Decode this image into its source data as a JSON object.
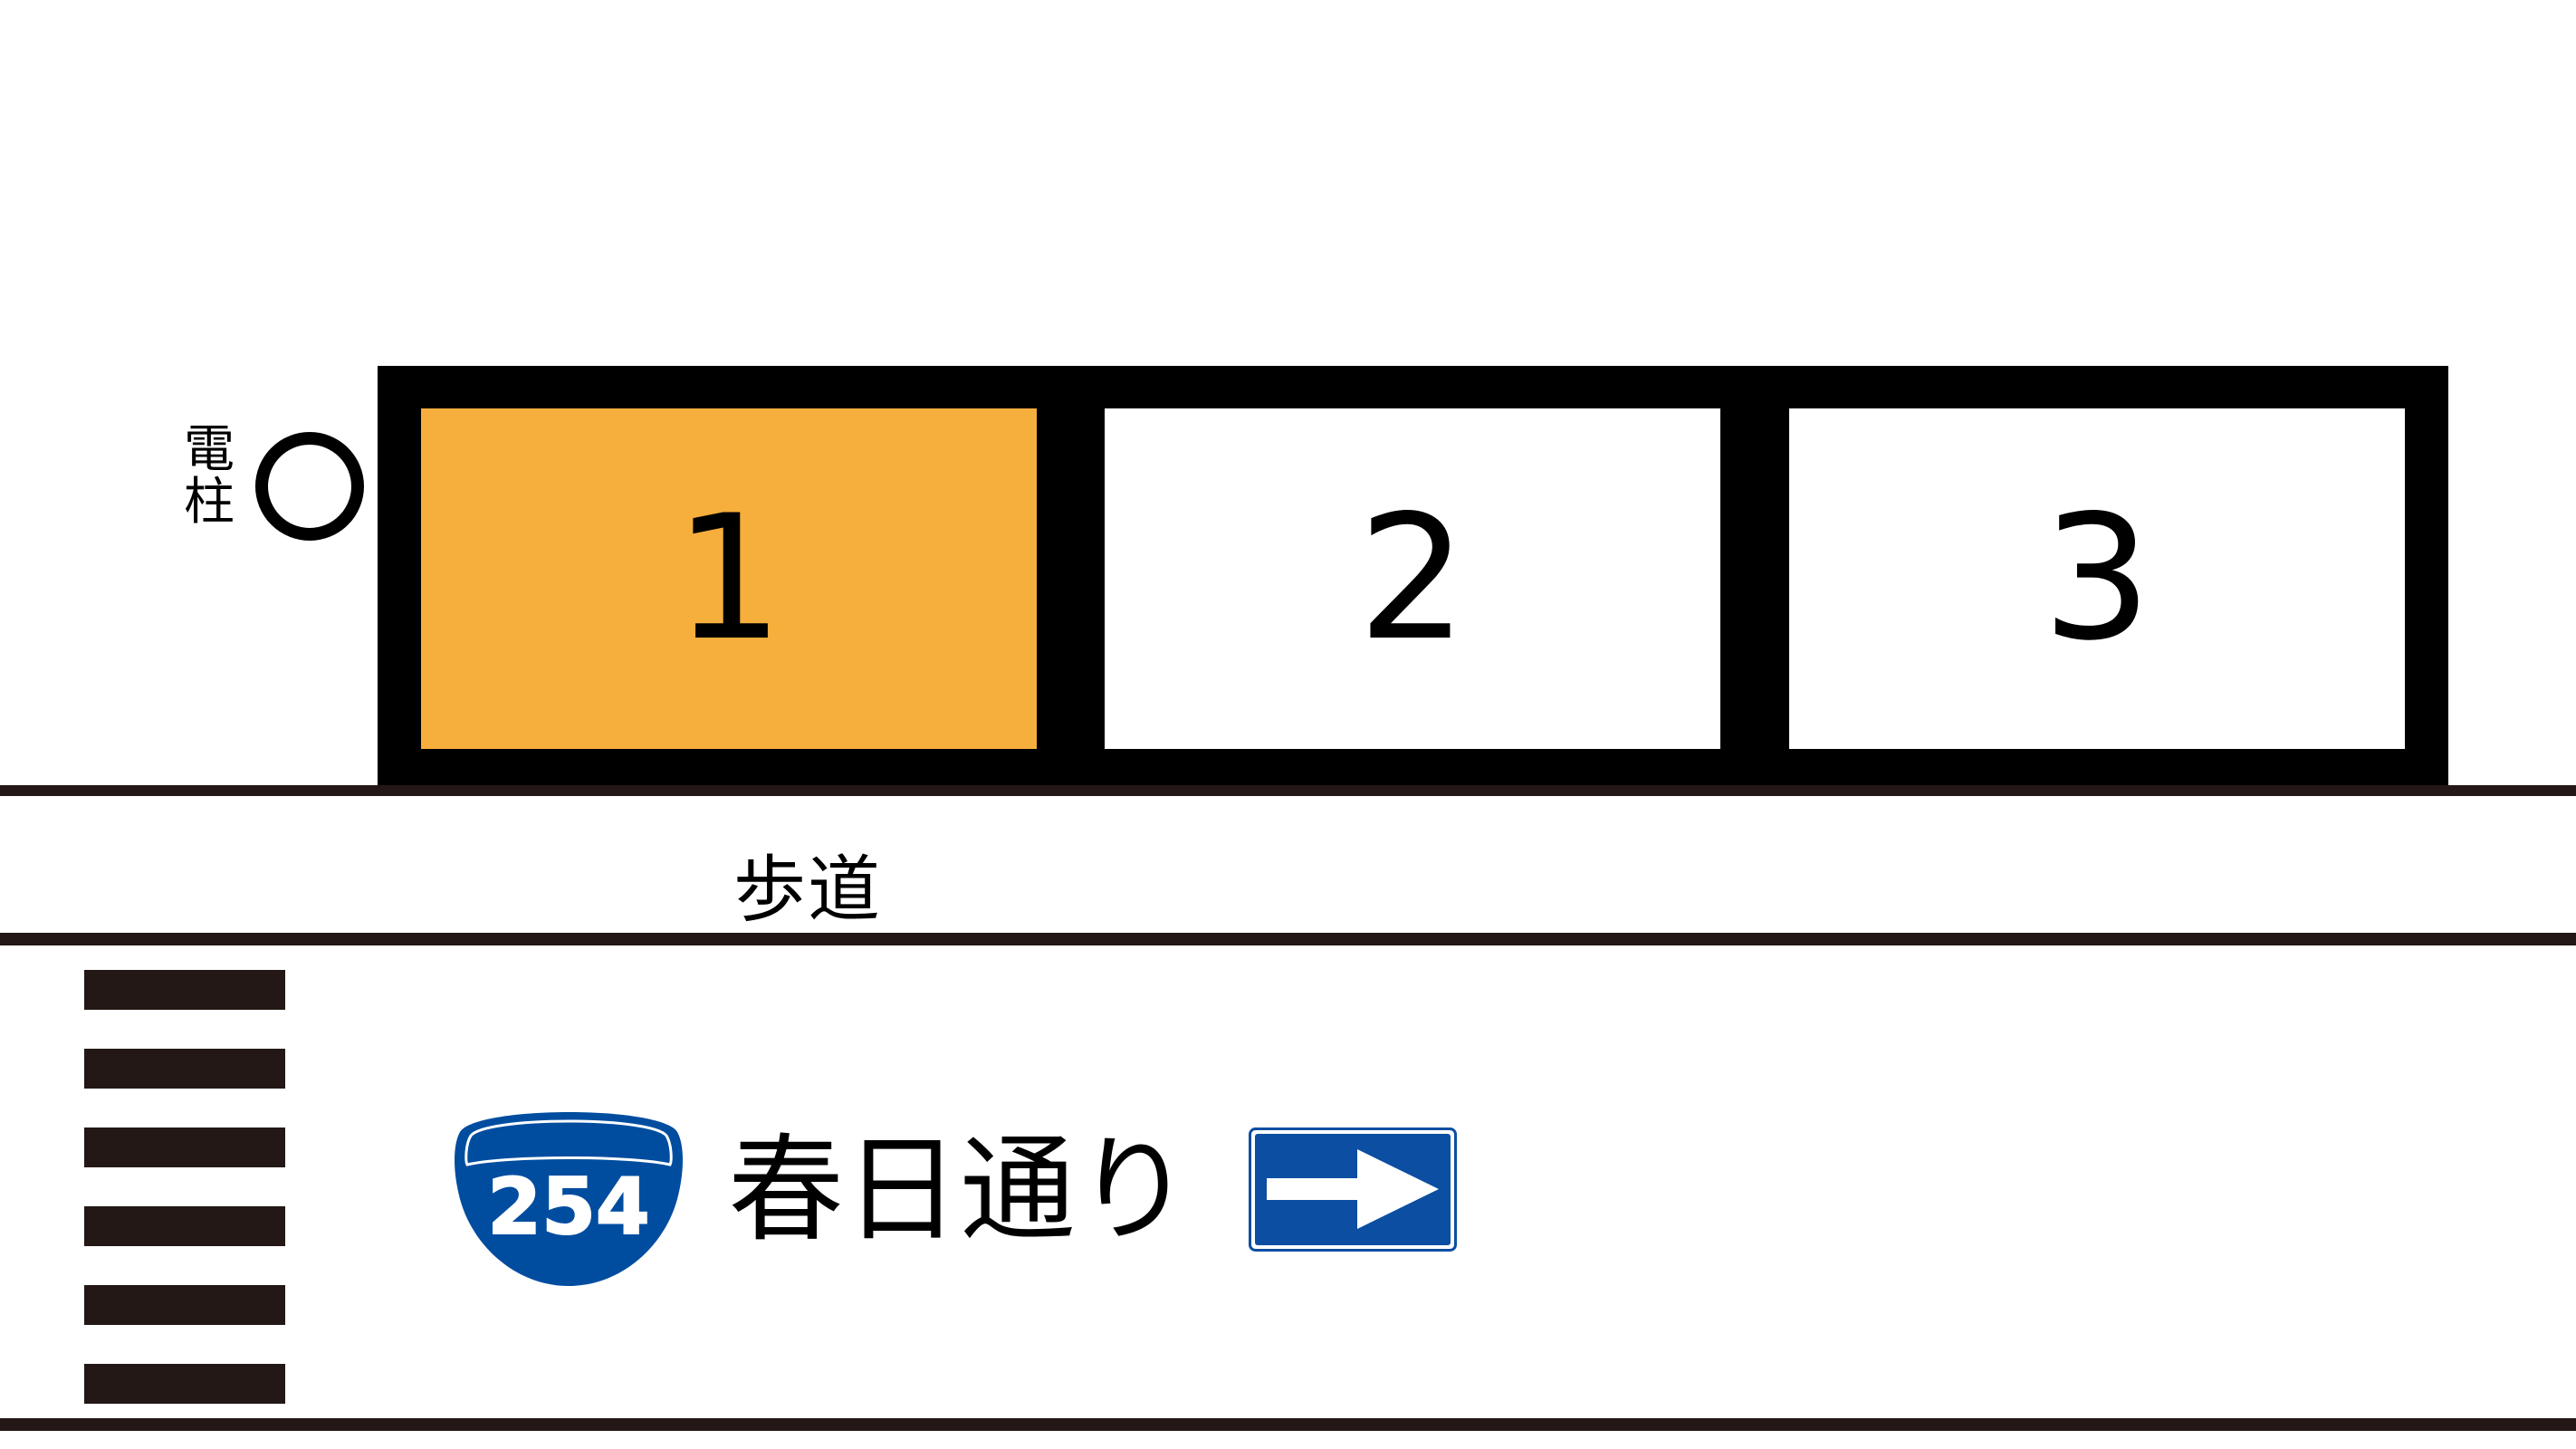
{
  "parking": {
    "spaces": [
      {
        "number": "1",
        "color": "#F6AE3D"
      },
      {
        "number": "2",
        "color": "#FFFFFF"
      },
      {
        "number": "3",
        "color": "#FFFFFF"
      }
    ]
  },
  "utility_pole": {
    "label": "電柱",
    "icon": "circle-icon"
  },
  "sidewalk": {
    "label": "歩道"
  },
  "road": {
    "route_number": "254",
    "route_shield_color": "#004DA0",
    "name": "春日通り",
    "one_way_direction": "right",
    "one_way_icon": "arrow-right-icon"
  },
  "crosswalk": {
    "stripe_count": 6
  }
}
